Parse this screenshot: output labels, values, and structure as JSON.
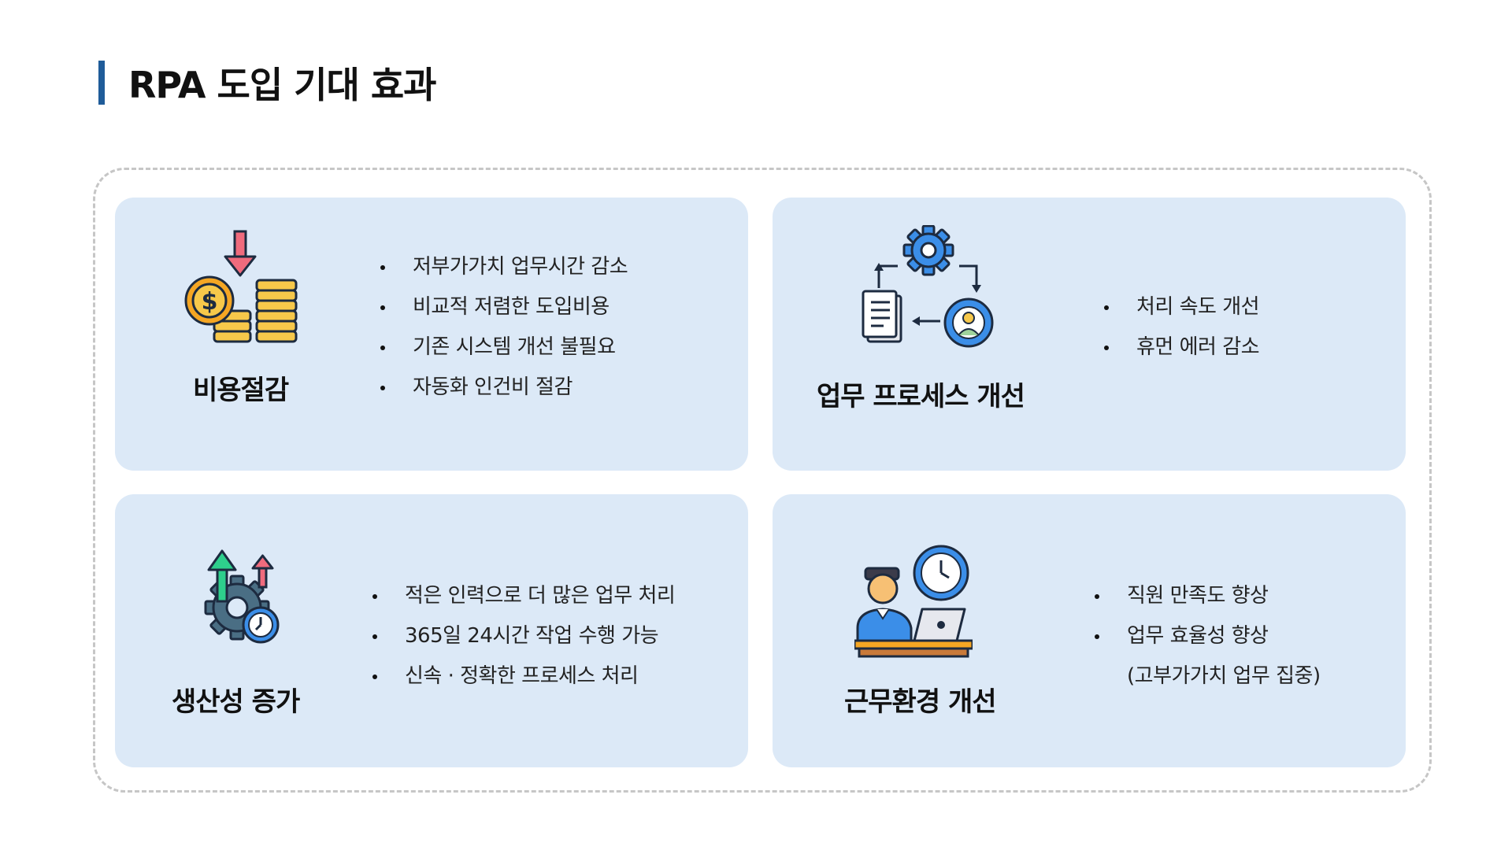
{
  "page": {
    "title": "RPA 도입 기대 효과",
    "accent_color": "#1f5c99",
    "card_color": "#dce9f7"
  },
  "cards": [
    {
      "title": "비용절감",
      "icon": "coins-dollar-down-icon",
      "bullets": [
        "저부가가치 업무시간 감소",
        "비교적 저렴한 도입비용",
        "기존 시스템 개선 불필요",
        "자동화 인건비 절감"
      ]
    },
    {
      "title": "업무 프로세스 개선",
      "icon": "gear-document-user-cycle-icon",
      "bullets": [
        "처리 속도 개선",
        "휴먼 에러 감소"
      ]
    },
    {
      "title": "생산성 증가",
      "icon": "gear-growth-arrows-clock-icon",
      "bullets": [
        "적은 인력으로 더 많은 업무 처리",
        "365일 24시간 작업 수행 가능",
        "신속 · 정확한 프로세스 처리"
      ]
    },
    {
      "title": "근무환경 개선",
      "icon": "worker-laptop-clock-icon",
      "bullets": [
        "직원 만족도 향상",
        "업무 효율성 향상"
      ],
      "continuation": "(고부가가치 업무 집중)"
    }
  ]
}
